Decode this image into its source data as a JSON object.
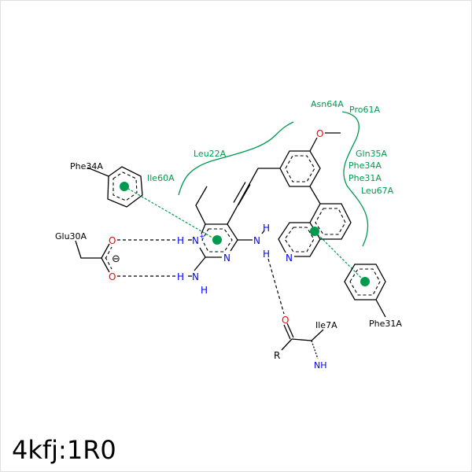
{
  "title": "4kfj:1R0",
  "residues": {
    "phe34a_ring": "Phe34A",
    "ile60a": "Ile60A",
    "leu22a": "Leu22A",
    "asn64a": "Asn64A",
    "pro61a": "Pro61A",
    "gln35a": "Gln35A",
    "phe34a": "Phe34A",
    "phe31a": "Phe31A",
    "leu67a": "Leu67A",
    "glu30a": "Glu30A",
    "phe31a_ring": "Phe31A",
    "ile7a": "Ile7A"
  },
  "atoms": {
    "n_plus": "N",
    "plus": "+",
    "n_ring": "N",
    "n_amine_right": "N",
    "h_right_top": "H",
    "h_right_bottom": "H",
    "h_nplus": "H",
    "n_amine_bottom": "N",
    "h_bottom_left": "H",
    "h_bottom": "H",
    "o_glu_top": "O",
    "o_glu_bottom": "O",
    "minus": "⊖",
    "o_methoxy": "O",
    "n_quinoline": "N",
    "o_ile": "O",
    "r_group": "R",
    "nh_ile": "NH"
  },
  "colors": {
    "hydrophobic": "#009a4e",
    "nitrogen": "#0000ff",
    "oxygen": "#ff0000"
  }
}
